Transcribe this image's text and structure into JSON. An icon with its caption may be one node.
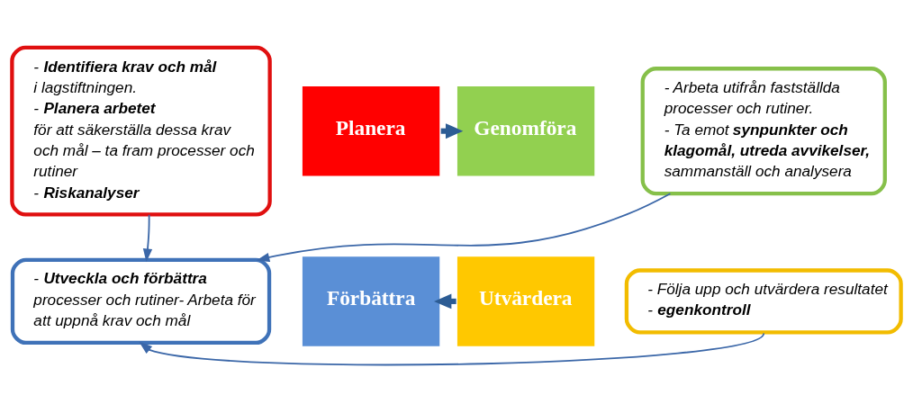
{
  "diagram": {
    "nodes": [
      {
        "text": [
          "- **Identifiera krav och mål** i lagstiftningen.",
          "- **Planera arbetet** för att säkerställa dessa krav och mål – ta fram processer och rutiner",
          "- **Riskanalyser**"
        ]
      },
      {
        "text": [
          "- Arbeta utifrån fastställda processer och rutiner.",
          "- Ta emot **synpunkter och klagomål, utreda avvikelser,** sammanställ och analysera"
        ]
      },
      {
        "text": [
          "Planera"
        ]
      },
      {
        "text": [
          "Genomföra"
        ]
      },
      {
        "text": [
          "Förbättra"
        ]
      },
      {
        "text": [
          "Utvärdera"
        ]
      },
      {
        "text": [
          "- **Utveckla och förbättra** processer och rutiner- Arbeta för att uppnå krav och mål"
        ]
      },
      {
        "text": [
          "- Följa upp och utvärdera resultatet - **egenkontroll**"
        ]
      }
    ],
    "edges": [
      {
        "from": 0,
        "to": 6,
        "arrow": "to"
      },
      {
        "from": 1,
        "to": 6,
        "arrow": "to"
      },
      {
        "from": 7,
        "to": 6,
        "arrow": "to"
      },
      {
        "from": 2,
        "to": 3,
        "arrow": "to",
        "style": "thick"
      },
      {
        "from": 5,
        "to": 4,
        "arrow": "to",
        "style": "thick"
      }
    ]
  }
}
